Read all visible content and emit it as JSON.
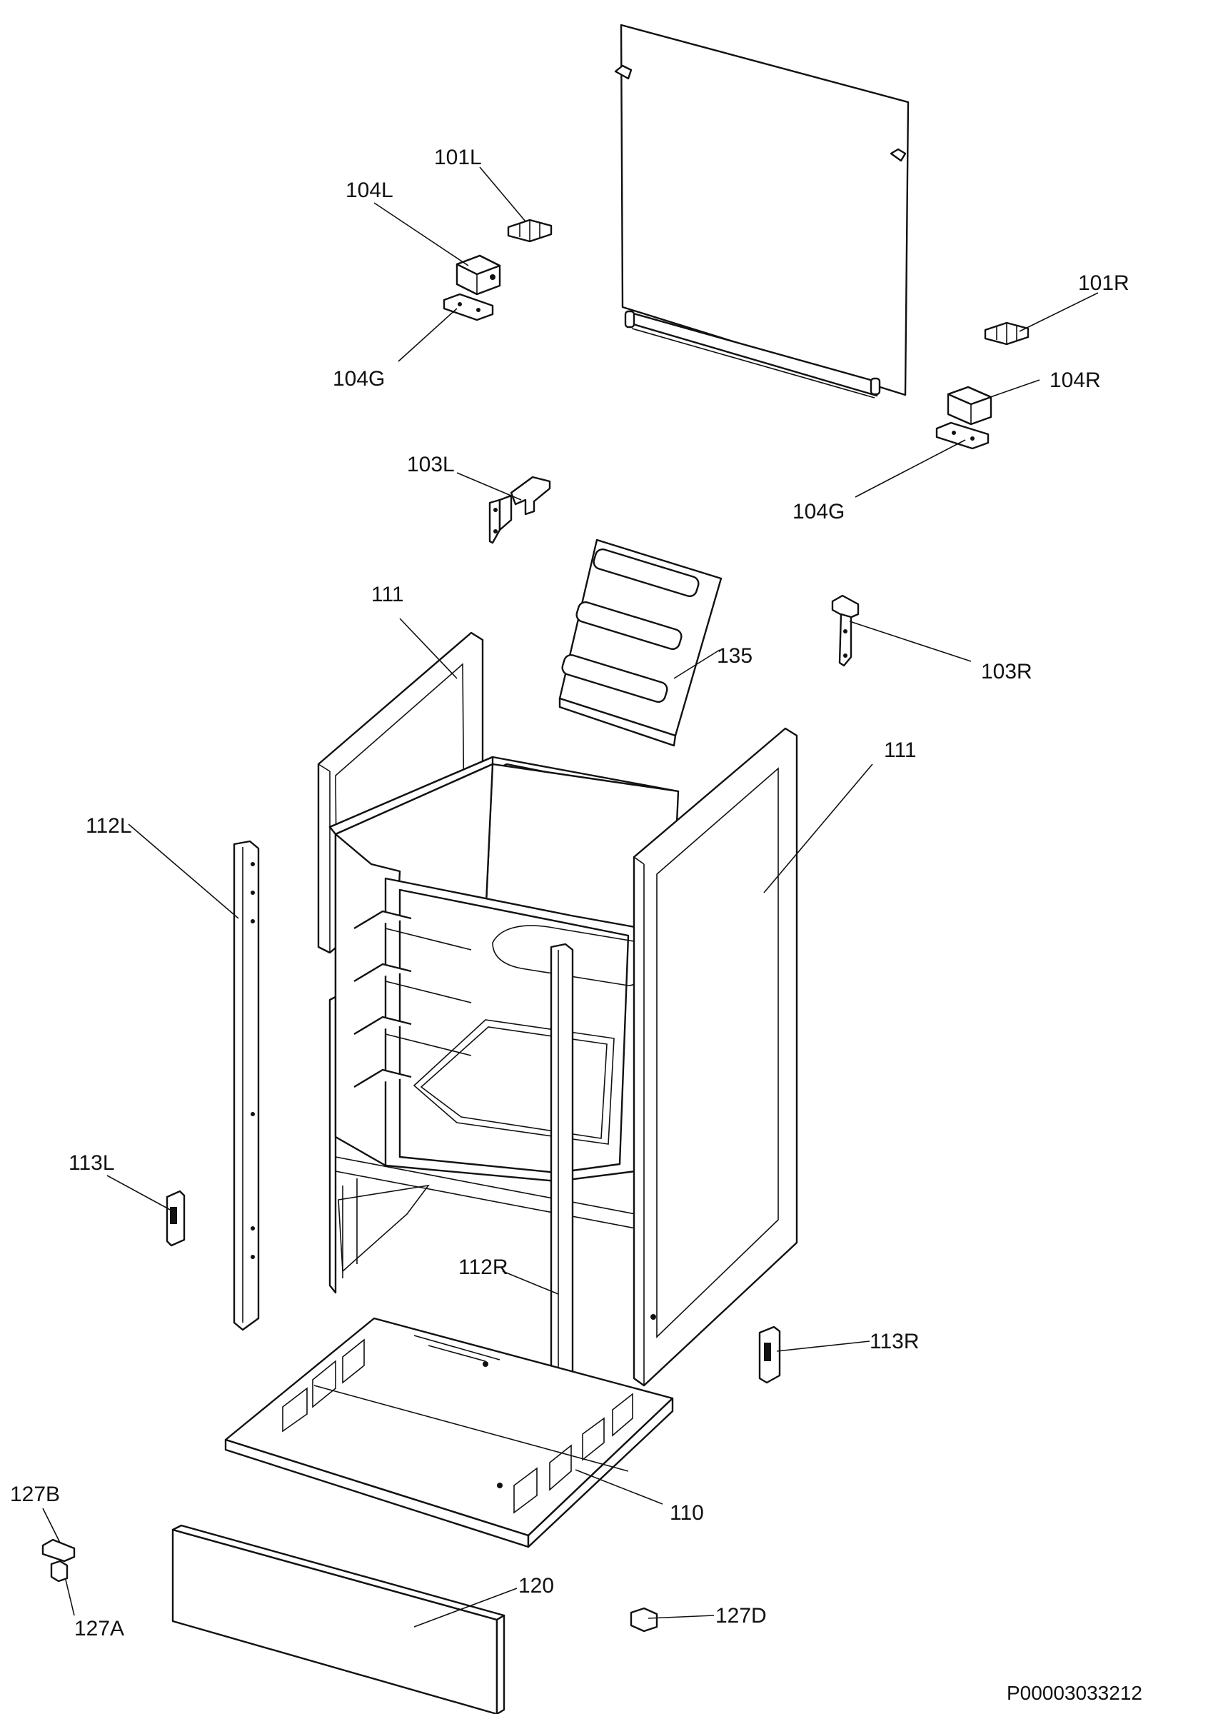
{
  "diagram": {
    "labels": {
      "l101L": "101L",
      "l104L": "104L",
      "l104G_a": "104G",
      "l101R": "101R",
      "l104R": "104R",
      "l104G_b": "104G",
      "l103L": "103L",
      "l103R": "103R",
      "l111_a": "111",
      "l135": "135",
      "l111_b": "111",
      "l112L": "112L",
      "l113L": "113L",
      "l112R": "112R",
      "l113R": "113R",
      "l110": "110",
      "l127B": "127B",
      "l127A": "127A",
      "l120": "120",
      "l127D": "127D"
    },
    "drawing_code": "P00003033212"
  }
}
